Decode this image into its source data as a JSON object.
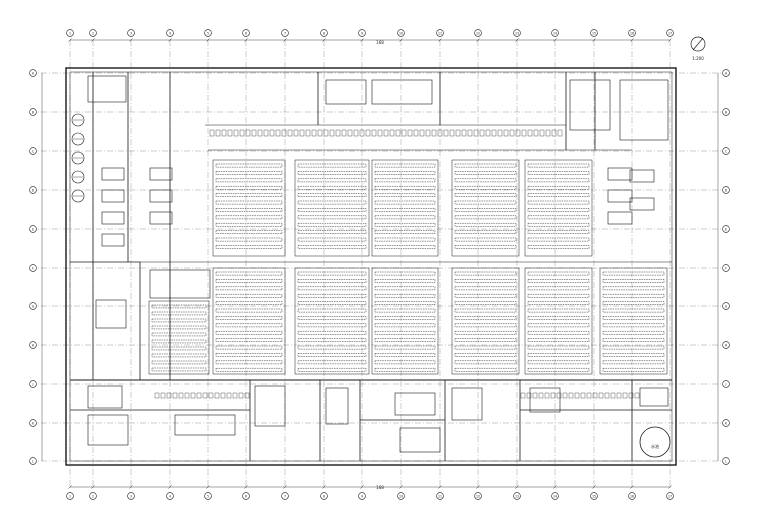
{
  "drawing": {
    "scale_label": "1:200",
    "north_symbol": "north-arrow-icon",
    "top_dimension_text": "168",
    "bottom_dimension_text": "168",
    "axis_numbers": [
      "1",
      "2",
      "3",
      "4",
      "5",
      "6",
      "7",
      "8",
      "9",
      "10",
      "11",
      "12",
      "13",
      "14",
      "15",
      "16",
      "17"
    ],
    "axis_letters": [
      "A",
      "B",
      "C",
      "D",
      "E",
      "F",
      "G",
      "H",
      "J",
      "K",
      "L"
    ],
    "colors": {
      "line": "#1a1a1a",
      "grid": "#555555",
      "background": "#ffffff"
    },
    "tank_label": "水池"
  }
}
